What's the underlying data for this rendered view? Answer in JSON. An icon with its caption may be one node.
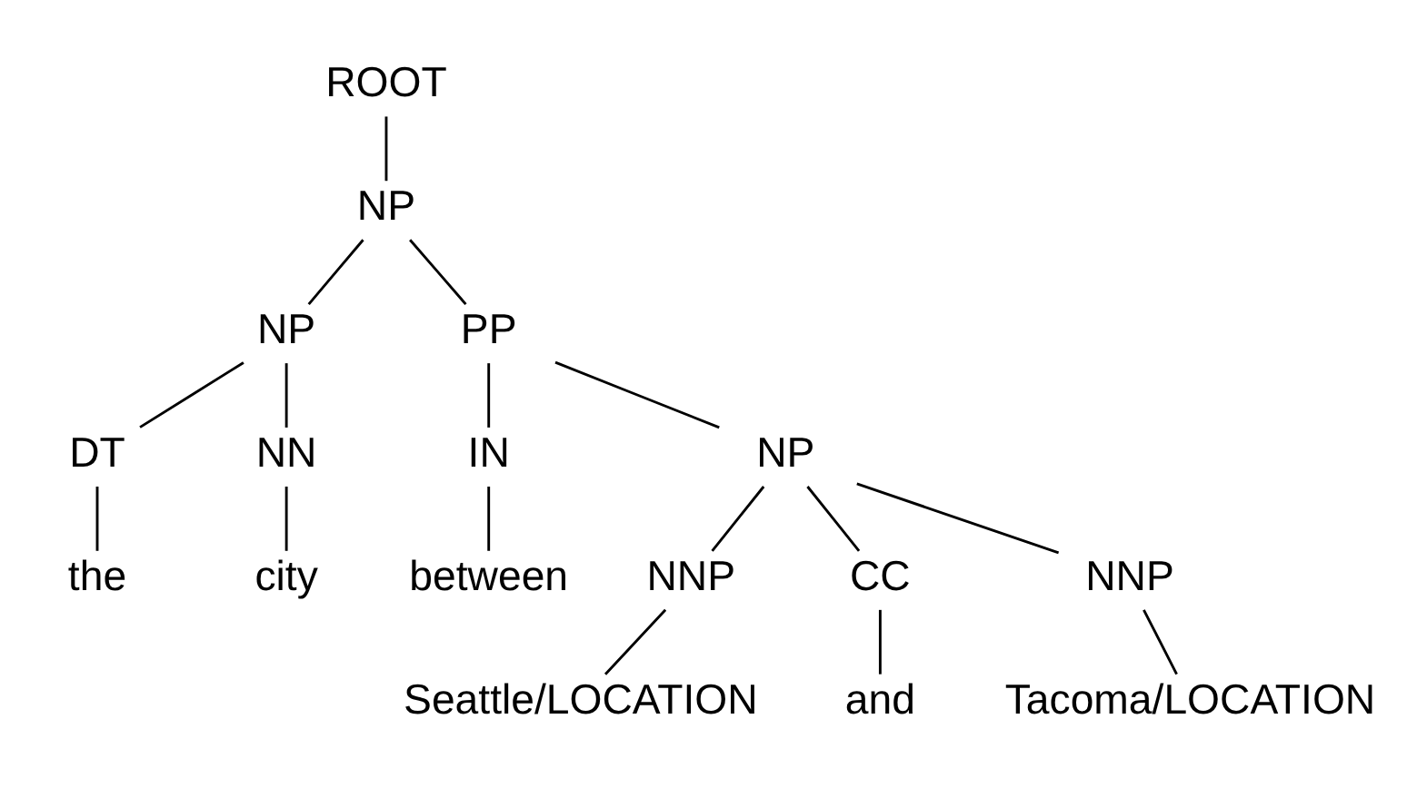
{
  "diagram": {
    "nodes": [
      {
        "text": [
          "ROOT"
        ]
      },
      {
        "text": [
          "NP"
        ]
      },
      {
        "text": [
          "NP"
        ]
      },
      {
        "text": [
          "PP"
        ]
      },
      {
        "text": [
          "DT"
        ]
      },
      {
        "text": [
          "NN"
        ]
      },
      {
        "text": [
          "IN"
        ]
      },
      {
        "text": [
          "NP"
        ]
      },
      {
        "text": [
          "the"
        ]
      },
      {
        "text": [
          "city"
        ]
      },
      {
        "text": [
          "between"
        ]
      },
      {
        "text": [
          "NNP"
        ]
      },
      {
        "text": [
          "CC"
        ]
      },
      {
        "text": [
          "NNP"
        ]
      },
      {
        "text": [
          "Seattle/LOCATION"
        ]
      },
      {
        "text": [
          "and"
        ]
      },
      {
        "text": [
          "Tacoma/LOCATION"
        ]
      }
    ],
    "edges": [
      {
        "from": 0,
        "to": 1,
        "arrow": "none"
      },
      {
        "from": 1,
        "to": 2,
        "arrow": "none"
      },
      {
        "from": 1,
        "to": 3,
        "arrow": "none"
      },
      {
        "from": 2,
        "to": 4,
        "arrow": "none"
      },
      {
        "from": 2,
        "to": 5,
        "arrow": "none"
      },
      {
        "from": 3,
        "to": 6,
        "arrow": "none"
      },
      {
        "from": 3,
        "to": 7,
        "arrow": "none"
      },
      {
        "from": 4,
        "to": 8,
        "arrow": "none"
      },
      {
        "from": 5,
        "to": 9,
        "arrow": "none"
      },
      {
        "from": 6,
        "to": 10,
        "arrow": "none"
      },
      {
        "from": 7,
        "to": 11,
        "arrow": "none"
      },
      {
        "from": 7,
        "to": 12,
        "arrow": "none"
      },
      {
        "from": 7,
        "to": 13,
        "arrow": "none"
      },
      {
        "from": 11,
        "to": 14,
        "arrow": "none"
      },
      {
        "from": 12,
        "to": 15,
        "arrow": "none"
      },
      {
        "from": 13,
        "to": 16,
        "arrow": "none"
      }
    ]
  }
}
